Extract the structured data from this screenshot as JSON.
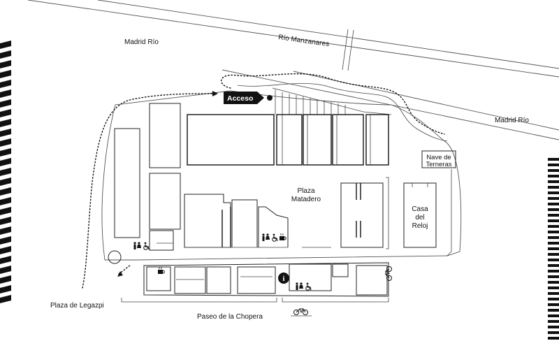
{
  "labels": {
    "madrid_rio_top": "Madrid Río",
    "rio_manzanares": "Río Manzanares",
    "madrid_rio_right": "Madrid Río",
    "acceso": "Acceso",
    "nave_line1": "Nave de",
    "nave_line2": "Terneras",
    "plaza_line1": "Plaza",
    "plaza_line2": "Matadero",
    "casa_line1": "Casa",
    "casa_line2": "del",
    "casa_line3": "Reloj",
    "plaza_legazpi": "Plaza de Legazpi",
    "paseo_chopera": "Paseo de la Chopera"
  },
  "icons": {
    "info": "i",
    "toilets": "toilets-icon",
    "accessible": "wheelchair-icon",
    "coffee": "coffee-icon",
    "bicycle": "bicycle-icon"
  },
  "colors": {
    "ink": "#111111",
    "paper": "#ffffff"
  }
}
